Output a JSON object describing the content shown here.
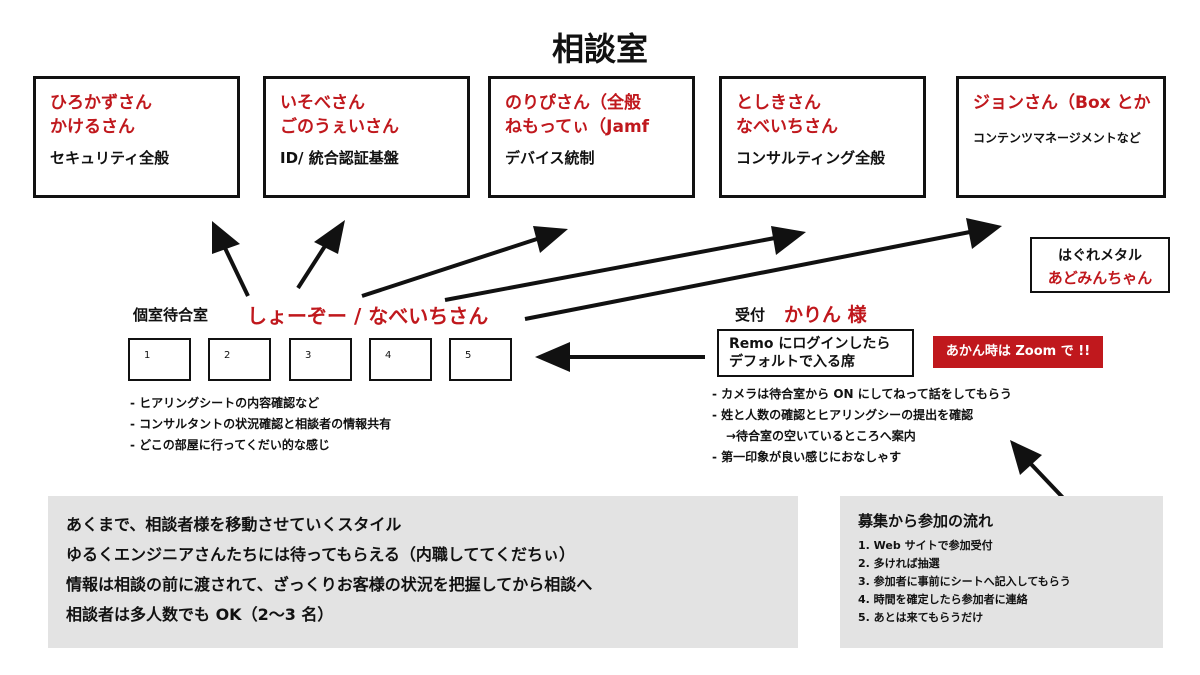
{
  "title": "相談室",
  "rooms": [
    {
      "names": "ひろかずさん\nかけるさん",
      "topic": "セキュリティ全般"
    },
    {
      "names": "いそべさん\nごのうぇいさん",
      "topic": "ID/ 統合認証基盤"
    },
    {
      "names": "のりぴさん（全般\nねもってぃ（Jamf",
      "topic": "デバイス統制"
    },
    {
      "names": "としきさん\nなべいちさん",
      "topic": "コンサルティング全般"
    },
    {
      "names": "ジョンさん（Box とか",
      "topic": "コンテンツマネージメントなど"
    }
  ],
  "hagure": {
    "line1": "はぐれメタル",
    "line2": "あどみんちゃん"
  },
  "waiting": {
    "label": "個室待合室",
    "host": "しょーぞー / なべいちさん",
    "seats": [
      "1",
      "2",
      "3",
      "4",
      "5"
    ],
    "notes": [
      "- ヒアリングシートの内容確認など",
      "- コンサルタントの状況確認と相談者の情報共有",
      "- どこの部屋に行ってくだい的な感じ"
    ]
  },
  "reception": {
    "label": "受付",
    "host": "かりん 様",
    "remo_line1": "Remo にログインしたら",
    "remo_line2": "デフォルトで入る席",
    "zoom_badge": "あかん時は Zoom で !!",
    "notes": [
      "- カメラは待合室から ON にしてねって話をしてもらう",
      "- 姓と人数の確認とヒアリングシーの提出を確認",
      "→待合室の空いているところへ案内",
      "- 第一印象が良い感じにおなしゃす"
    ]
  },
  "summary": [
    "あくまで、相談者様を移動させていくスタイル",
    "ゆるくエンジニアさんたちには待ってもらえる（内職しててくだちぃ）",
    "情報は相談の前に渡されて、ざっくりお客様の状況を把握してから相談へ",
    "相談者は多人数でも OK（2～3 名）"
  ],
  "flow": {
    "title": "募集から参加の流れ",
    "items": [
      "1. Web サイトで参加受付",
      "2. 多ければ抽選",
      "3. 参加者に事前にシートへ記入してもらう",
      "4. 時間を確定したら参加者に連絡",
      "5. あとは来てもらうだけ"
    ]
  },
  "colors": {
    "accent": "#c0181d",
    "gray": "#e3e3e3"
  }
}
